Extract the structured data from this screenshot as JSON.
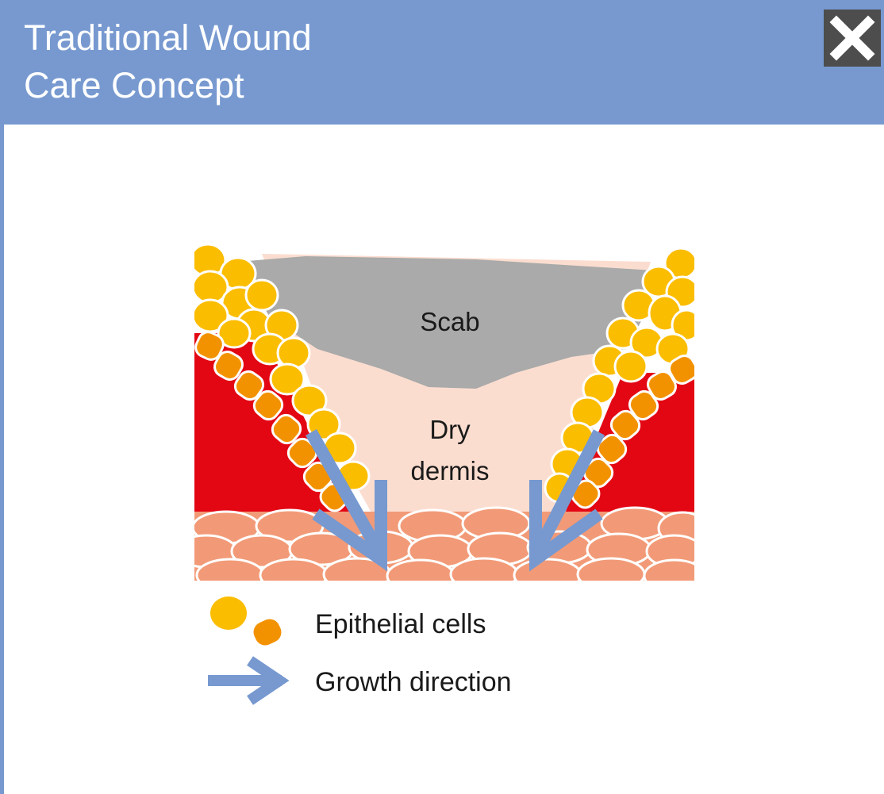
{
  "header": {
    "title_line1": "Traditional Wound",
    "title_line2": "Care Concept",
    "close_icon": "close-icon"
  },
  "diagram": {
    "scab_label": "Scab",
    "dermis_label_line1": "Dry",
    "dermis_label_line2": "dermis"
  },
  "legend": {
    "cells_label": "Epithelial cells",
    "arrow_label": "Growth direction"
  },
  "colors": {
    "accent": "#7799d0",
    "scab": "#a9aaa9",
    "dermis": "#fbddd0",
    "tissue": "#e30613",
    "lower_layer": "#f29a77",
    "yellow_cell": "#fbbd00",
    "orange_cell": "#f39200"
  }
}
